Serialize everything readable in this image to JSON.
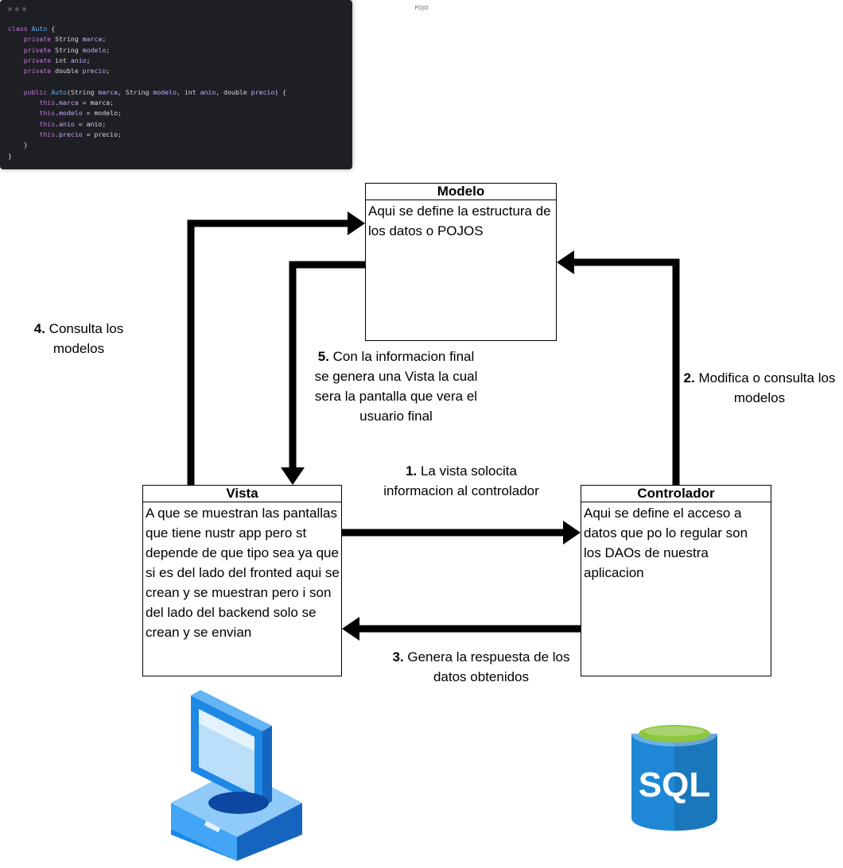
{
  "code_window": {
    "title": "POJO",
    "lines": [
      [
        [
          "kw",
          "class "
        ],
        [
          "ty",
          "Auto"
        ],
        [
          "pl",
          " {"
        ]
      ],
      [
        [
          "pl",
          "    "
        ],
        [
          "kw",
          "private "
        ],
        [
          "pl",
          "String "
        ],
        [
          "id",
          "marca"
        ],
        [
          "pl",
          ";"
        ]
      ],
      [
        [
          "pl",
          "    "
        ],
        [
          "kw",
          "private "
        ],
        [
          "pl",
          "String "
        ],
        [
          "id",
          "modelo"
        ],
        [
          "pl",
          ";"
        ]
      ],
      [
        [
          "pl",
          "    "
        ],
        [
          "kw",
          "private "
        ],
        [
          "pl",
          "int "
        ],
        [
          "id",
          "anio"
        ],
        [
          "pl",
          ";"
        ]
      ],
      [
        [
          "pl",
          "    "
        ],
        [
          "kw",
          "private "
        ],
        [
          "pl",
          "double "
        ],
        [
          "id",
          "precio"
        ],
        [
          "pl",
          ";"
        ]
      ],
      [
        [
          "pl",
          ""
        ]
      ],
      [
        [
          "pl",
          "    "
        ],
        [
          "kw",
          "public "
        ],
        [
          "ty",
          "Auto"
        ],
        [
          "pl",
          "(String "
        ],
        [
          "id",
          "marca"
        ],
        [
          "pl",
          ", String "
        ],
        [
          "id",
          "modelo"
        ],
        [
          "pl",
          ", int "
        ],
        [
          "id",
          "anio"
        ],
        [
          "pl",
          ", double "
        ],
        [
          "id",
          "precio"
        ],
        [
          "pl",
          ") {"
        ]
      ],
      [
        [
          "pl",
          "        "
        ],
        [
          "kw",
          "this"
        ],
        [
          "pl",
          "."
        ],
        [
          "id",
          "marca"
        ],
        [
          "pl",
          " = marca;"
        ]
      ],
      [
        [
          "pl",
          "        "
        ],
        [
          "kw",
          "this"
        ],
        [
          "pl",
          "."
        ],
        [
          "id",
          "modelo"
        ],
        [
          "pl",
          " = modelo;"
        ]
      ],
      [
        [
          "pl",
          "        "
        ],
        [
          "kw",
          "this"
        ],
        [
          "pl",
          "."
        ],
        [
          "id",
          "anio"
        ],
        [
          "pl",
          " = anio;"
        ]
      ],
      [
        [
          "pl",
          "        "
        ],
        [
          "kw",
          "this"
        ],
        [
          "pl",
          "."
        ],
        [
          "id",
          "precio"
        ],
        [
          "pl",
          " = precio;"
        ]
      ],
      [
        [
          "pl",
          "    }"
        ]
      ],
      [
        [
          "pl",
          "}"
        ]
      ]
    ]
  },
  "modelo": {
    "title": "Modelo",
    "body": "Aqui se define la estructura de los datos o POJOS"
  },
  "vista": {
    "title": "Vista",
    "body": "A que se muestran las pantallas que tiene nustr app pero st depende de que tipo sea ya que si es del lado del fronted aqui se crean y se muestran pero i son del lado del backend solo se crean y se envian"
  },
  "controlador": {
    "title": "Controlador",
    "body": "Aqui se define el acceso a datos que po lo regular son los DAOs de nuestra aplicacion"
  },
  "labels": {
    "step1": {
      "num": "1.",
      "text": " La vista solocita informacion al controlador"
    },
    "step2": {
      "num": "2.",
      "text": " Modifica o consulta los modelos"
    },
    "step3": {
      "num": "3.",
      "text": " Genera la respuesta de los datos obtenidos"
    },
    "step4": {
      "num": "4.",
      "text": "  Consulta los modelos"
    },
    "step5": {
      "num": "5.",
      "text": " Con la informacion final se genera una Vista la cual sera la pantalla que vera el usuario final"
    }
  },
  "sql_icon": {
    "label": "SQL",
    "body_color": "#1e88d6",
    "top_color": "#8dc63f"
  },
  "computer_icon": {
    "color": "#1e88e5"
  }
}
